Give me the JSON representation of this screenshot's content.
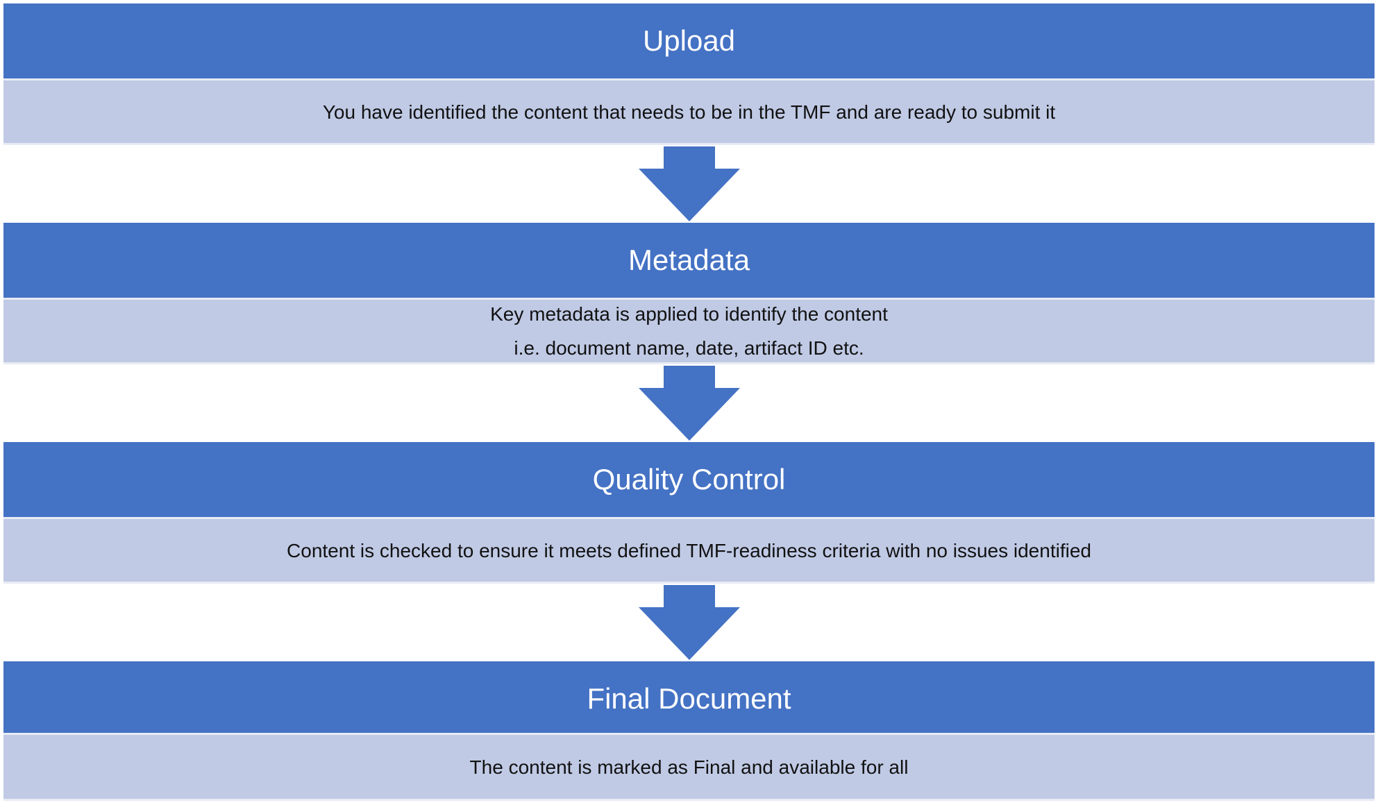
{
  "flow": {
    "steps": [
      {
        "title": "Upload",
        "description": [
          "You have identified the content that needs to be in the TMF and are ready to submit it"
        ]
      },
      {
        "title": "Metadata",
        "description": [
          "Key metadata is applied to identify the content",
          "i.e. document name, date, artifact ID etc."
        ]
      },
      {
        "title": "Quality Control",
        "description": [
          "Content is checked to ensure it meets defined TMF-readiness criteria with no issues identified"
        ]
      },
      {
        "title": "Final Document",
        "description": [
          "The content is marked as Final and available for all"
        ]
      }
    ],
    "colors": {
      "header_fill": "#4472c4",
      "body_fill": "#c0cae5",
      "arrow_fill": "#4472c4"
    },
    "arrow_icon": "down-arrow-icon"
  }
}
